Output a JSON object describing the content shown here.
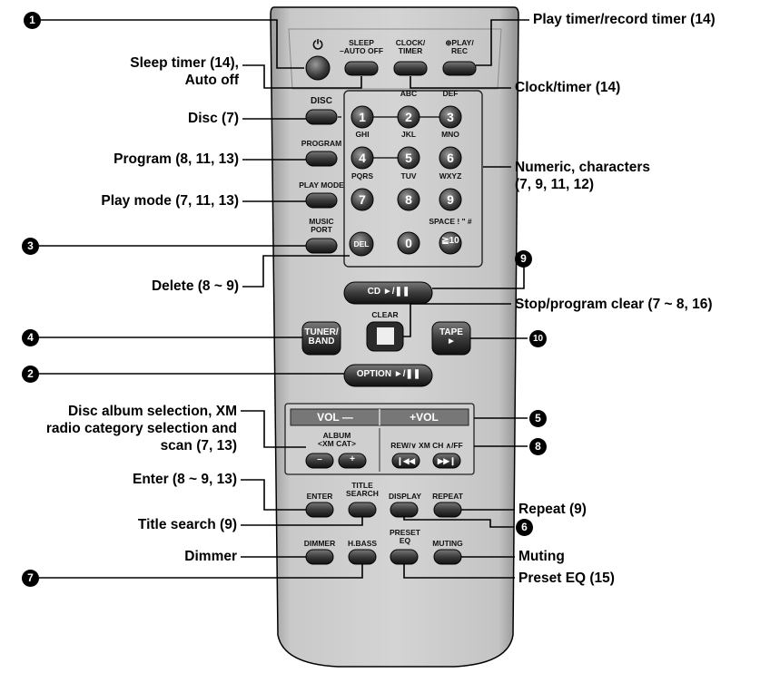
{
  "remote": {
    "power_symbol": "⏻",
    "sleep": "SLEEP\n–AUTO OFF",
    "clock": "CLOCK/\nTIMER",
    "playrec": "⊕PLAY/\nREC",
    "disc": "DISC",
    "program": "PROGRAM",
    "play_mode": "PLAY MODE",
    "music_port": "MUSIC\nPORT",
    "del": "DEL",
    "keys": [
      "1",
      "2",
      "3",
      "4",
      "5",
      "6",
      "7",
      "8",
      "9",
      "0",
      "≧10"
    ],
    "key_letters": [
      "ABC",
      "DEF",
      "GHI",
      "JKL",
      "MNO",
      "PQRS",
      "TUV",
      "WXYZ",
      "SPACE ! \" #"
    ],
    "cd": "CD ►/❚❚",
    "clear": "CLEAR",
    "tuner": "TUNER/\nBAND",
    "tape": "TAPE\n►",
    "option": "OPTION ►/❚❚",
    "vol_minus": "VOL —",
    "vol_plus": "+VOL",
    "album_title": "ALBUM\n<XM CAT>",
    "album_minus": "–",
    "album_plus": "+",
    "rew_ff": "REW/∨ XM CH ∧/FF",
    "rew_icon": "❙◀◀",
    "ff_icon": "▶▶❙",
    "enter": "ENTER",
    "title_search": "TITLE\nSEARCH",
    "display": "DISPLAY",
    "repeat": "REPEAT",
    "dimmer": "DIMMER",
    "hbass": "H.BASS",
    "preset_eq": "PRESET\nEQ",
    "muting": "MUTING"
  },
  "callouts": {
    "n1": "1",
    "n2": "2",
    "n3": "3",
    "n4": "4",
    "n5": "5",
    "n6": "6",
    "n7": "7",
    "n8": "8",
    "n9": "9",
    "n10": "10",
    "play_timer": "Play timer/record timer (14)",
    "clock_timer": "Clock/timer (14)",
    "numeric": "Numeric, characters\n(7, 9, 11, 12)",
    "stop_clear": "Stop/program clear (7 ~ 8, 16)",
    "repeat": "Repeat (9)",
    "muting": "Muting",
    "preset_eq": "Preset EQ (15)",
    "sleep_timer": "Sleep timer (14),\nAuto off",
    "disc": "Disc (7)",
    "program": "Program (8, 11, 13)",
    "play_mode": "Play mode (7, 11, 13)",
    "delete": "Delete (8 ~ 9)",
    "disc_album": "Disc album selection, XM\nradio category selection and\nscan (7, 13)",
    "enter": "Enter (8 ~ 9, 13)",
    "title_search": "Title search (9)",
    "dimmer": "Dimmer"
  }
}
